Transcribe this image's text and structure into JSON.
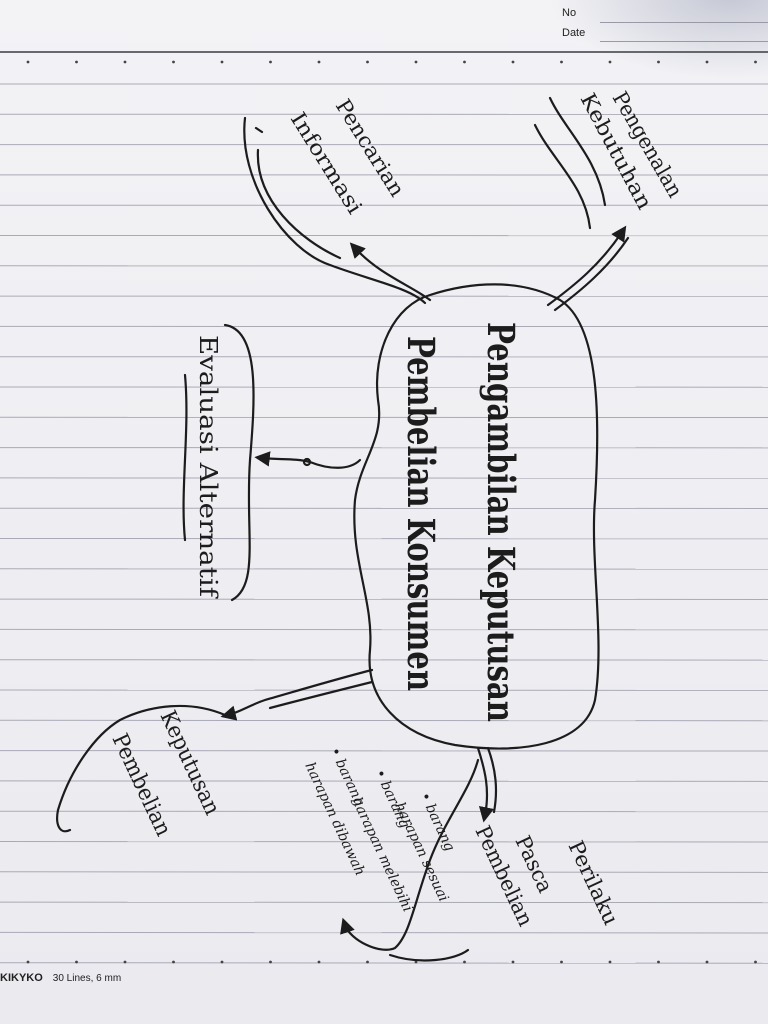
{
  "header": {
    "no_label": "No",
    "date_label": "Date"
  },
  "mindmap": {
    "center_line1": "Pengambilan Keputusan",
    "center_line2": "Pembelian Konsumen",
    "branch1_line1": "Pengenalan",
    "branch1_line2": "Kebutuhan",
    "branch2_line1": "Pencarian",
    "branch2_line2": "Informasi",
    "branch3": "Evaluasi Alternatif",
    "branch4_line1": "Keputusan",
    "branch4_line2": "Pembelian",
    "branch5_line1": "Perilaku",
    "branch5_line2": "Pasca",
    "branch5_line3": "Pembelian",
    "notes": [
      "• barang",
      "harapan sesuai",
      "• barang",
      "harapan melebihi",
      "• barang",
      "harapan dibawah"
    ]
  },
  "footer": {
    "brand": "KIKYKO",
    "spec": "30 Lines, 6 mm"
  },
  "colors": {
    "ink": "#1c1c1c",
    "rule": "#a9aab6",
    "paper": "#f1f1f4"
  }
}
